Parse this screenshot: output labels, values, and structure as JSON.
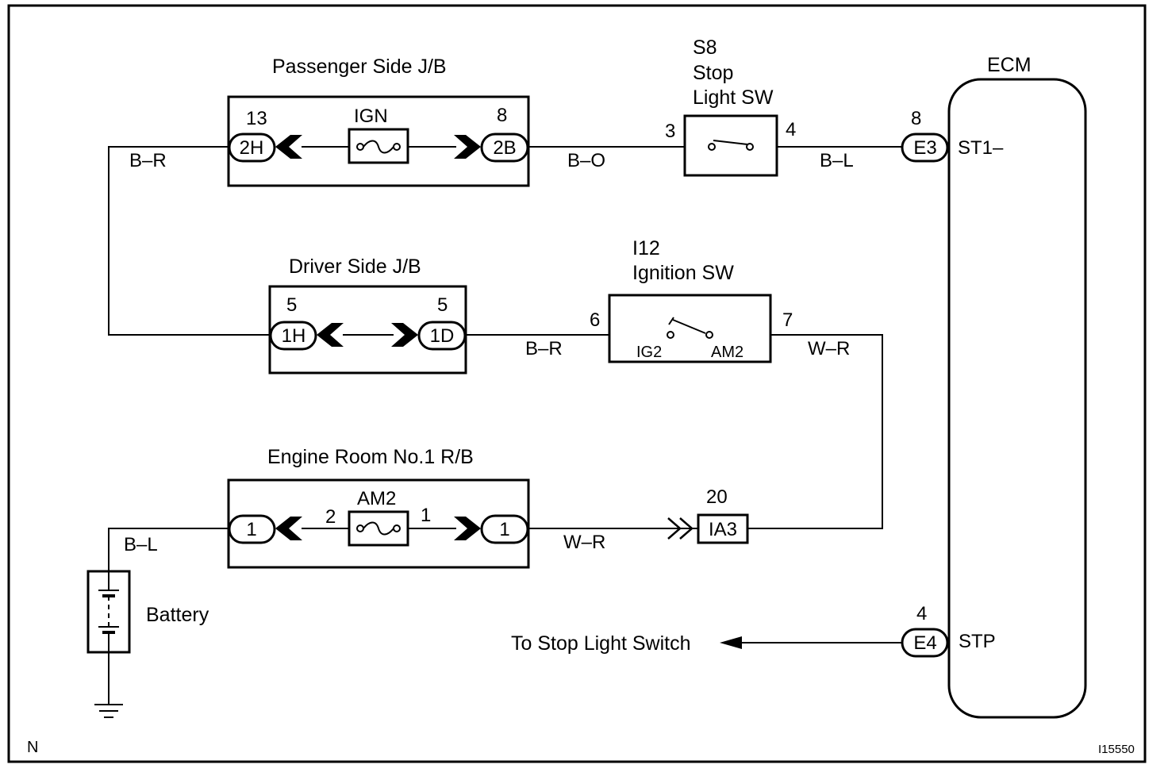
{
  "figure": {
    "border_letter": "N",
    "figure_code": "I15550"
  },
  "boxes": {
    "passenger_jb": {
      "title": "Passenger Side J/B",
      "fuse": "IGN",
      "left_pin": "13",
      "left_conn": "2H",
      "right_pin": "8",
      "right_conn": "2B"
    },
    "driver_jb": {
      "title": "Driver Side J/B",
      "left_pin": "5",
      "left_conn": "1H",
      "right_pin": "5",
      "right_conn": "1D"
    },
    "engine_rb": {
      "title": "Engine Room No.1 R/B",
      "fuse": "AM2",
      "fuse_pin_left": "2",
      "fuse_pin_right": "1",
      "left_conn": "1",
      "right_conn": "1"
    }
  },
  "stop_light_sw": {
    "line1": "S8",
    "line2": "Stop",
    "line3": "Light SW",
    "pin_in": "3",
    "pin_out": "4"
  },
  "ignition_sw": {
    "line1": "I12",
    "line2": "Ignition SW",
    "pin_in": "6",
    "pin_out": "7",
    "term_left": "IG2",
    "term_right": "AM2"
  },
  "ecm": {
    "title": "ECM",
    "conn_top_pin": "8",
    "conn_top": "E3",
    "term_top": "ST1–",
    "conn_bot_pin": "4",
    "conn_bot": "E4",
    "term_bot": "STP"
  },
  "junction": {
    "pin": "20",
    "label": "IA3"
  },
  "wires": {
    "pass_left": "B–R",
    "pass_right": "B–O",
    "stop_to_ecm": "B–L",
    "driver_right": "B–R",
    "ign_out": "W–R",
    "engine_left": "B–L",
    "engine_right": "W–R"
  },
  "battery_label": "Battery",
  "arrow_label": "To Stop Light Switch"
}
